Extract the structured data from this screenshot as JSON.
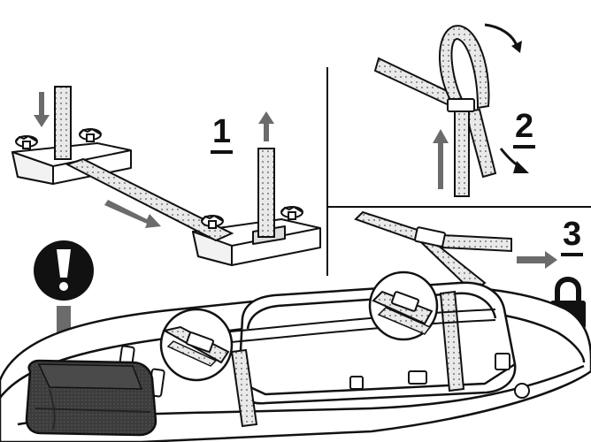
{
  "steps": [
    {
      "number": "1"
    },
    {
      "number": "2"
    },
    {
      "number": "3"
    }
  ],
  "icons": {
    "warning": "exclamation-circle-icon",
    "lock": "padlock-icon"
  },
  "colors": {
    "ink": "#111111",
    "arrow_gray": "#6b6b6b",
    "bag_dark": "#3a3a3a",
    "strap_fill": "#e6e6e6",
    "paper": "#ffffff"
  }
}
